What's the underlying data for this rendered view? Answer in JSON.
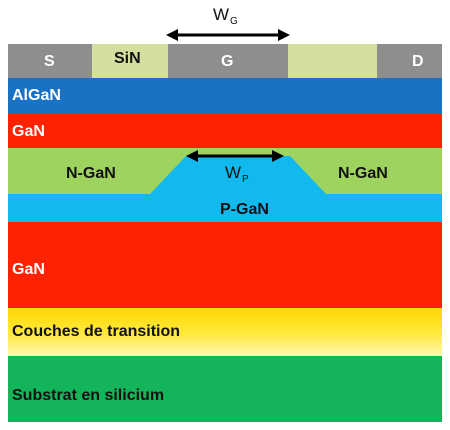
{
  "labels": {
    "source": "S",
    "gate": "G",
    "drain": "D",
    "sin": "SiN",
    "algan": "AlGaN",
    "gan_top": "GaN",
    "ngan_left": "N-GaN",
    "ngan_right": "N-GaN",
    "pgan": "P-GaN",
    "gan_bottom": "GaN",
    "transition": "Couches de transition",
    "substrate": "Substrat en silicium",
    "wg_main": "W",
    "wg_sub": "G",
    "wp_main": "W",
    "wp_sub": "P"
  },
  "colors": {
    "sin": "#d4dea0",
    "metal": "#8e8e8e",
    "algan": "#1a72c4",
    "gan": "#ff2200",
    "ngan": "#9dd35e",
    "pgan": "#12b9ef",
    "transition_top": "#ffd800",
    "transition_bottom": "#fff8b0",
    "substrate": "#14b45a"
  }
}
